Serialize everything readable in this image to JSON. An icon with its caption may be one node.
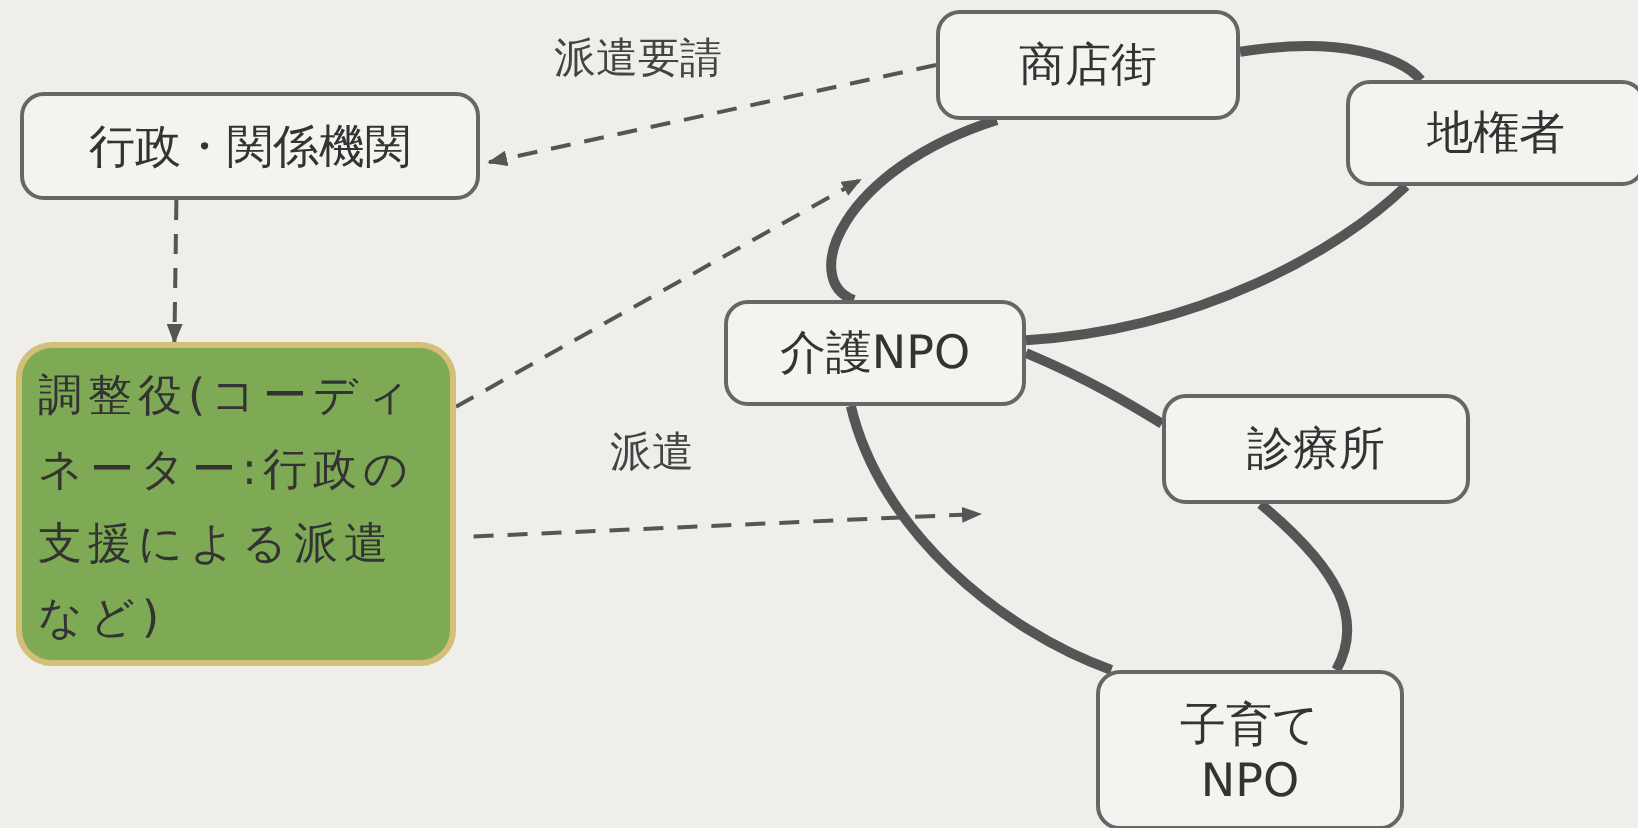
{
  "diagram": {
    "nodes": [
      {
        "text": [
          "商店街"
        ]
      },
      {
        "text": [
          "行政・関係機関"
        ]
      },
      {
        "text": [
          "地権者"
        ]
      },
      {
        "text": [
          "介護NPO"
        ]
      },
      {
        "text": [
          "調整役(コーディネーター:行政の支援による派遣など)"
        ]
      },
      {
        "text": [
          "診療所"
        ]
      },
      {
        "text": [
          "子育てNPO"
        ]
      }
    ],
    "edges": [
      {
        "from": 0,
        "to": 3,
        "arrow": "none"
      },
      {
        "from": 0,
        "to": 2,
        "arrow": "none"
      },
      {
        "from": 3,
        "to": 2,
        "arrow": "none"
      },
      {
        "from": 3,
        "to": 5,
        "arrow": "none"
      },
      {
        "from": 5,
        "to": 6,
        "arrow": "none"
      },
      {
        "from": 3,
        "to": 6,
        "arrow": "none"
      },
      {
        "from": 0,
        "to": 1,
        "arrow": "to",
        "style": "dashed",
        "label": "派遣要請"
      },
      {
        "from": 1,
        "to": 4,
        "arrow": "to",
        "style": "dashed"
      },
      {
        "from": 4,
        "to": null,
        "arrow": "to",
        "style": "dashed"
      },
      {
        "from": 4,
        "to": null,
        "arrow": "to",
        "style": "dashed",
        "label": "派遣"
      }
    ]
  }
}
